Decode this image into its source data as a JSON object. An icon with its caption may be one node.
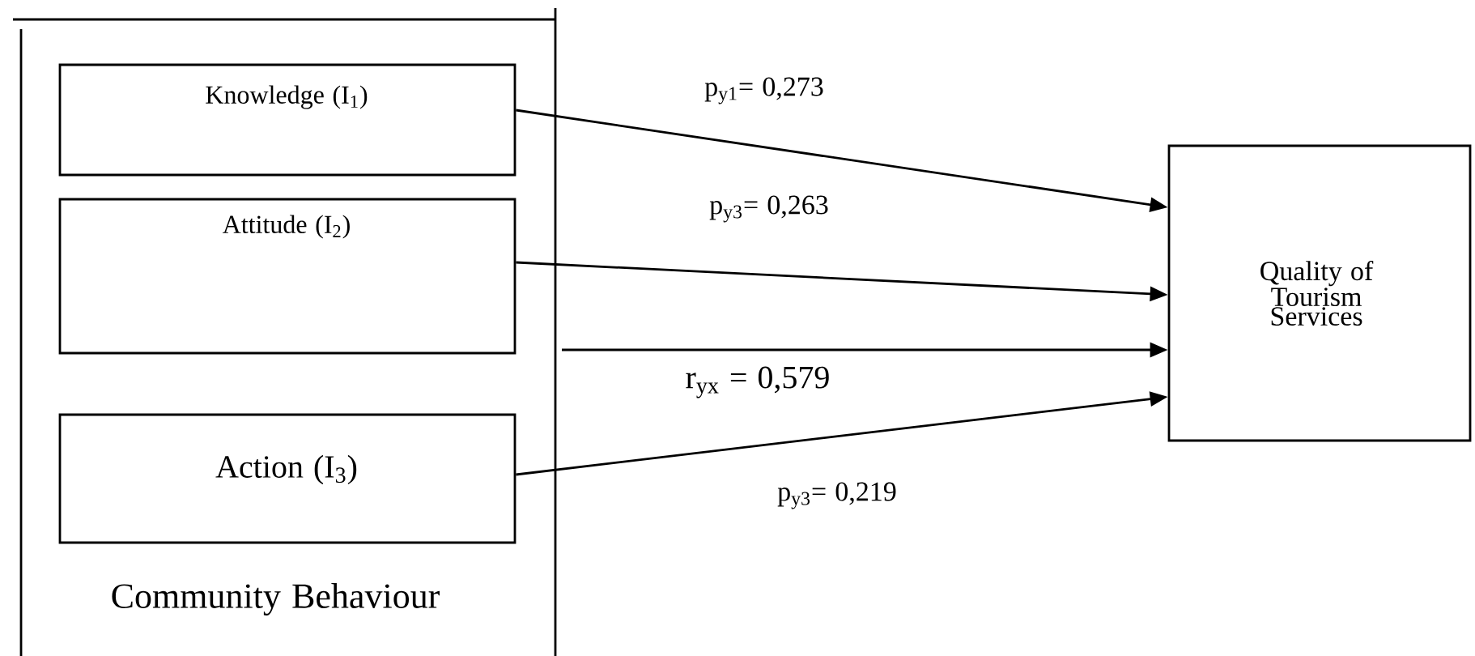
{
  "diagram": {
    "nodes": [
      {
        "text": [
          "Community Behaviour"
        ]
      },
      {
        "text": [
          "Knowledge (I$_{1}$)"
        ],
        "in": 0
      },
      {
        "text": [
          "Attitude (I$_{2}$)"
        ],
        "in": 0
      },
      {
        "text": [
          "Action (I$_{3}$)"
        ],
        "in": 0
      },
      {
        "text": [
          "Quality of Tourism Services"
        ]
      }
    ],
    "edges": [
      {
        "from": 1,
        "to": 4,
        "arrow": "to",
        "label": "p$_{y1}$= 0,273"
      },
      {
        "from": 2,
        "to": 4,
        "arrow": "to",
        "label": "p$_{y3}$= 0,263"
      },
      {
        "from": 0,
        "to": 4,
        "arrow": "to",
        "label": "r$_{yx}$ = 0,579"
      },
      {
        "from": 3,
        "to": 4,
        "arrow": "to",
        "label": "p$_{y3}$= 0,219"
      }
    ]
  }
}
